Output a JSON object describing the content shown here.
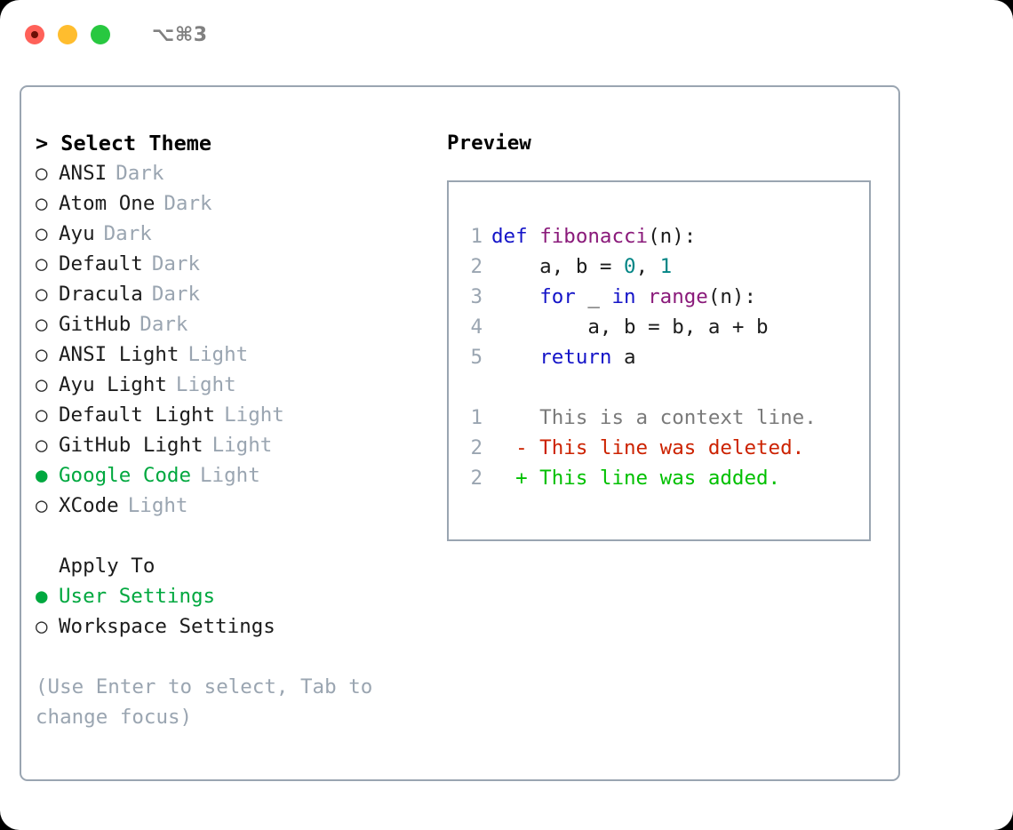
{
  "titlebar": {
    "shortcut": "⌥⌘3",
    "buttons": [
      {
        "name": "close",
        "color": "#FF6159"
      },
      {
        "name": "minimize",
        "color": "#FFBD2E"
      },
      {
        "name": "maximize",
        "color": "#28C840"
      }
    ]
  },
  "theme_picker": {
    "heading": "> Select Theme",
    "marker_selected": "●",
    "marker_unselected": "○",
    "items": [
      {
        "label": "ANSI",
        "tag": "Dark",
        "selected": false
      },
      {
        "label": "Atom One",
        "tag": "Dark",
        "selected": false
      },
      {
        "label": "Ayu",
        "tag": "Dark",
        "selected": false
      },
      {
        "label": "Default",
        "tag": "Dark",
        "selected": false
      },
      {
        "label": "Dracula",
        "tag": "Dark",
        "selected": false
      },
      {
        "label": "GitHub",
        "tag": "Dark",
        "selected": false
      },
      {
        "label": "ANSI Light",
        "tag": "Light",
        "selected": false
      },
      {
        "label": "Ayu Light",
        "tag": "Light",
        "selected": false
      },
      {
        "label": "Default Light",
        "tag": "Light",
        "selected": false
      },
      {
        "label": "GitHub Light",
        "tag": "Light",
        "selected": false
      },
      {
        "label": "Google Code",
        "tag": "Light",
        "selected": true
      },
      {
        "label": "XCode",
        "tag": "Light",
        "selected": false
      }
    ]
  },
  "apply_to": {
    "title": "Apply To",
    "items": [
      {
        "label": "User Settings",
        "selected": true
      },
      {
        "label": "Workspace Settings",
        "selected": false
      }
    ]
  },
  "hint": "(Use Enter to select, Tab to change focus)",
  "preview": {
    "title": "Preview",
    "code": [
      {
        "ln": "1",
        "tokens": [
          {
            "t": "def ",
            "c": "kw"
          },
          {
            "t": "fibonacci",
            "c": "fn"
          },
          {
            "t": "(n):",
            "c": "pl"
          }
        ]
      },
      {
        "ln": "2",
        "tokens": [
          {
            "t": "    a, b = ",
            "c": "pl"
          },
          {
            "t": "0",
            "c": "num"
          },
          {
            "t": ", ",
            "c": "pl"
          },
          {
            "t": "1",
            "c": "num"
          }
        ]
      },
      {
        "ln": "3",
        "tokens": [
          {
            "t": "    ",
            "c": "pl"
          },
          {
            "t": "for",
            "c": "kw"
          },
          {
            "t": " _ ",
            "c": "pl"
          },
          {
            "t": "in",
            "c": "kw"
          },
          {
            "t": " ",
            "c": "pl"
          },
          {
            "t": "range",
            "c": "fn"
          },
          {
            "t": "(n):",
            "c": "pl"
          }
        ]
      },
      {
        "ln": "4",
        "tokens": [
          {
            "t": "        a, b = b, a + b",
            "c": "pl"
          }
        ]
      },
      {
        "ln": "5",
        "tokens": [
          {
            "t": "    ",
            "c": "pl"
          },
          {
            "t": "return",
            "c": "kw"
          },
          {
            "t": " a",
            "c": "pl"
          }
        ]
      }
    ],
    "diff": [
      {
        "ln": "1",
        "sign": "  ",
        "text": "This is a context line.",
        "kind": "ctx"
      },
      {
        "ln": "2",
        "sign": "- ",
        "text": "This line was deleted.",
        "kind": "del"
      },
      {
        "ln": "2",
        "sign": "+ ",
        "text": "This line was added.",
        "kind": "add"
      }
    ]
  },
  "colors": {
    "accent_green": "#00a83f",
    "muted": "#9aa5b1",
    "keyword": "#1414c8",
    "function": "#8a1a7a",
    "number": "#008585",
    "deleted": "#cc2200",
    "added": "#00c000"
  }
}
